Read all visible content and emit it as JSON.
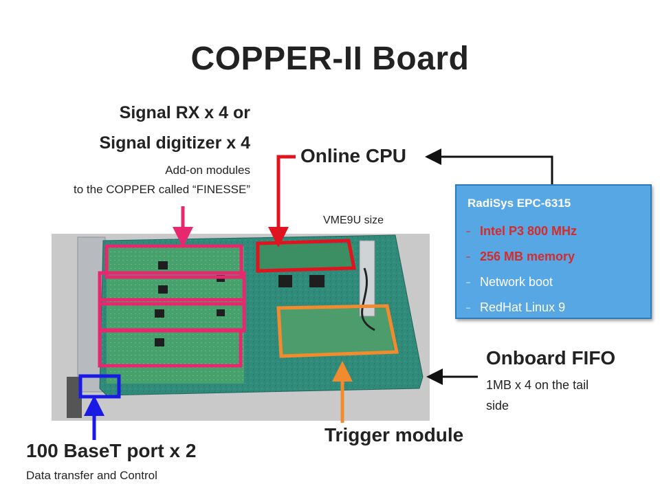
{
  "slide": {
    "title": "COPPER-II Board",
    "annotations": {
      "finesse": {
        "line1": "Signal RX x 4 or",
        "line2": "Signal digitizer x 4",
        "sub1": "Add-on modules",
        "sub2": "to the COPPER called “FINESSE”"
      },
      "cpu": {
        "title": "Online CPU"
      },
      "size": {
        "text": "VME9U size"
      },
      "fifo": {
        "title": "Onboard FIFO",
        "sub1": "1MB x 4 on the tail",
        "sub2": "side"
      },
      "trigger": {
        "title": "Trigger module"
      },
      "ethernet": {
        "title": "100 BaseT port x 2",
        "sub": "Data transfer and Control"
      }
    },
    "spec_box": {
      "title": "RadiSys EPC-6315",
      "items": [
        {
          "text": "Intel P3 800 MHz",
          "highlight": true
        },
        {
          "text": "256 MB memory",
          "highlight": true
        },
        {
          "text": "Network boot",
          "highlight": false
        },
        {
          "text": "RedHat Linux 9",
          "highlight": false
        }
      ]
    },
    "colors": {
      "finesse_outline": "#e8286e",
      "cpu_outline": "#e0141e",
      "trigger_outline": "#f28a2e",
      "ethernet_outline": "#1a1ae6",
      "spec_box_fill": "#56a7e3",
      "spec_highlight_text": "#d62b2b"
    }
  }
}
